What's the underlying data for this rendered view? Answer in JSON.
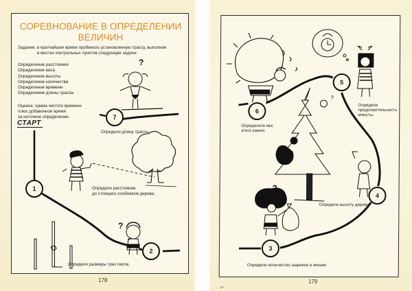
{
  "spread": {
    "left_page": {
      "title_line1": "СОРЕВНОВАНИЕ В ОПРЕДЕЛЕНИИ",
      "title_line2": "ВЕЛИЧИН",
      "task_intro_line1": "Задание: в кратчайшее время пробежать установленную трассу, выполняя",
      "task_intro_line2": "в местах контрольных пунктов следующие задачи:",
      "tasks": [
        "Определение расстояния",
        "Определение веса",
        "Определение высоты",
        "Определение количества",
        "Определение времени",
        "Определение длины трассы"
      ],
      "scoring_line1": "Оценка: сумма чистого времени",
      "scoring_line2": "плюс  добавочное время",
      "scoring_line3": "за неточное определение.",
      "start_label": "СТАРТ",
      "checkpoints": [
        {
          "number": "7",
          "caption": "Определи  длину трассы."
        },
        {
          "number": "1",
          "caption_line1": "Определи  расстояние",
          "caption_line2": "до стоящего особняком дерева."
        },
        {
          "number": "2",
          "caption": "Определи  размеры трех палок."
        }
      ],
      "page_number": "178"
    },
    "right_page": {
      "checkpoints": [
        {
          "number": "5",
          "caption_line1": "Определи",
          "caption_line2": "продолжительность",
          "caption_line3": "минуты."
        },
        {
          "number": "6",
          "caption_line1": "Определите вес",
          "caption_line2": "этого камня."
        },
        {
          "number": "4",
          "caption": "Определи  высоту дерева."
        },
        {
          "number": "3",
          "caption": "Определи  количество шариков в мешке."
        }
      ],
      "page_number": "179",
      "signature_mark": "12*"
    },
    "colors": {
      "title": "#e0891e",
      "paper": "#f8f1d4",
      "ink": "#111111"
    }
  }
}
